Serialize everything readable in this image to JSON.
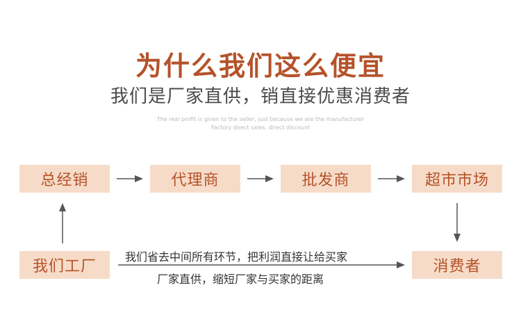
{
  "header": {
    "title": "为什么我们这么便宜",
    "subtitle": "我们是厂家直供，销直接优惠消费者",
    "english_line1": "The real profit is given to the seller, just because we are the manufacturer",
    "english_line2": "Factory direct sales, direct discount"
  },
  "chain": {
    "distributor": "总经销",
    "agent": "代理商",
    "wholesaler": "批发商",
    "supermarket": "超市市场",
    "factory": "我们工厂",
    "consumer": "消费者"
  },
  "direct_path": {
    "line1": "我们省去中间所有环节，把利润直接让给买家",
    "line2": "厂家直供，缩短厂家与买家的距离"
  },
  "colors": {
    "accent": "#b5522a",
    "box_fill": "#f6dcc8",
    "arrow": "#555555"
  }
}
